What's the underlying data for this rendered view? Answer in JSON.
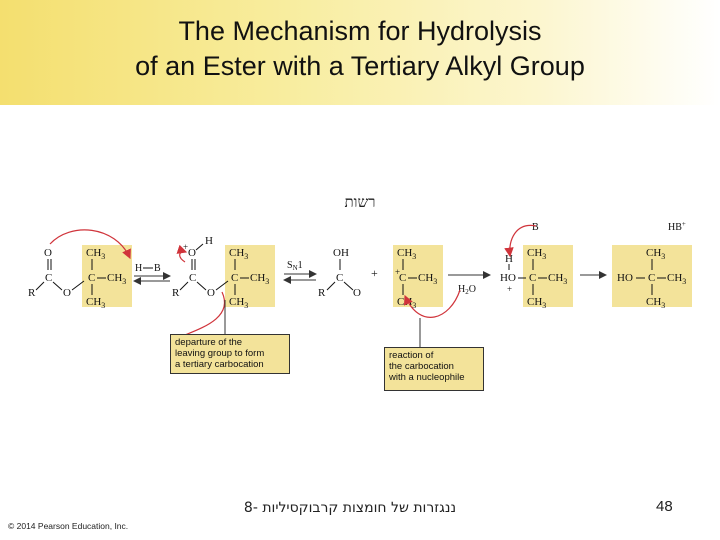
{
  "title": {
    "line1": "The Mechanism for Hydrolysis",
    "line2": "of an Ester with a Tertiary Alkyl Group"
  },
  "top_note": "רשות",
  "callouts": {
    "departure": [
      "departure of the",
      "leaving group to form",
      "a tertiary carbocation"
    ],
    "reaction": [
      "reaction of",
      "the carbocation",
      "with a nucleophile"
    ]
  },
  "structures": {
    "ch3": "CH",
    "sub3": "3",
    "c": "C",
    "o": "O",
    "r": "R",
    "h": "H",
    "ho": "HO",
    "b": "B",
    "hb": "HB",
    "h2o": "H",
    "sub2": "2",
    "sn1": "S",
    "sn1_sub": "N",
    "sn1_num": "1",
    "plus": "+"
  },
  "colors": {
    "highlight": "#f3e39a",
    "arrow_red": "#d0343b",
    "header": "#f4df6f"
  },
  "footer": {
    "text": "ננגזרות של חומצות קרבוקסיליות -8",
    "page": "48",
    "copyright": "© 2014 Pearson Education, Inc."
  }
}
